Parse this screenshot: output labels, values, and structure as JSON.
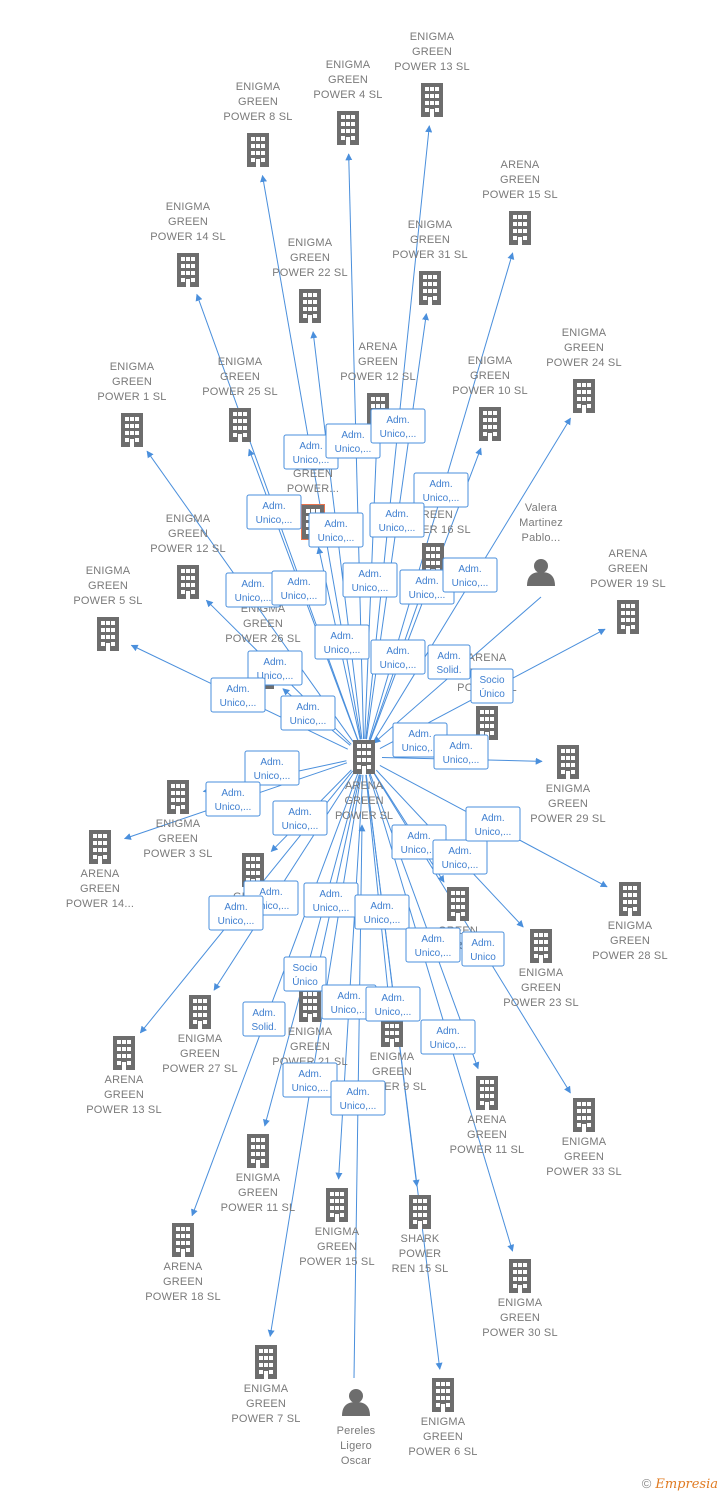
{
  "colors": {
    "edge": "#4a8fdc",
    "node": "#6d6d6d",
    "label": "#7a7a7a",
    "highlight": "#e8744f"
  },
  "hub": {
    "lines": [
      "ARENA",
      "GREEN",
      "POWER  SL"
    ]
  },
  "companies": [
    {
      "lines": [
        "ENIGMA",
        "GREEN",
        "POWER 13  SL"
      ]
    },
    {
      "lines": [
        "ENIGMA",
        "GREEN",
        "POWER 4  SL"
      ]
    },
    {
      "lines": [
        "ENIGMA",
        "GREEN",
        "POWER 8  SL"
      ]
    },
    {
      "lines": [
        "ARENA",
        "GREEN",
        "POWER 15  SL"
      ]
    },
    {
      "lines": [
        "ENIGMA",
        "GREEN",
        "POWER 14  SL"
      ]
    },
    {
      "lines": [
        "ENIGMA",
        "GREEN",
        "POWER 22  SL"
      ]
    },
    {
      "lines": [
        "ENIGMA",
        "GREEN",
        "POWER 31  SL"
      ]
    },
    {
      "lines": [
        "ENIGMA",
        "GREEN",
        "POWER 24  SL"
      ]
    },
    {
      "lines": [
        "ARENA",
        "GREEN",
        "POWER 12  SL"
      ]
    },
    {
      "lines": [
        "ENIGMA",
        "GREEN",
        "POWER 10  SL"
      ]
    },
    {
      "lines": [
        "ENIGMA",
        "GREEN",
        "POWER 1  SL"
      ]
    },
    {
      "lines": [
        "ENIGMA",
        "GREEN",
        "POWER 25  SL"
      ]
    },
    {
      "lines": [
        "GREEN",
        "POWER..."
      ]
    },
    {
      "lines": [
        "GREEN",
        "POWER 16  SL"
      ]
    },
    {
      "lines": [
        "ENIGMA",
        "GREEN",
        "POWER 12  SL"
      ]
    },
    {
      "lines": [
        "ENIGMA",
        "GREEN",
        "POWER 5  SL"
      ]
    },
    {
      "lines": [
        "ARENA",
        "GREEN",
        "POWER 19  SL"
      ]
    },
    {
      "lines": [
        "ENIGMA",
        "GREEN",
        "POWER 26  SL"
      ]
    },
    {
      "lines": [
        "ARENA",
        "GREEN",
        "POWER  SL"
      ]
    },
    {
      "lines": [
        "ENIGMA",
        "GREEN",
        "POWER 29  SL"
      ]
    },
    {
      "lines": [
        "ENIGMA",
        "GREEN",
        "POWER 3  SL"
      ]
    },
    {
      "lines": [
        "ARENA",
        "GREEN",
        "POWER 14..."
      ]
    },
    {
      "lines": [
        "ENIGMA",
        "GREEN",
        "POWER 28  SL"
      ]
    },
    {
      "lines": [
        "GREEN",
        "POWER 2  SL"
      ]
    },
    {
      "lines": [
        "ENIGMA",
        "GREEN",
        "POWER 23  SL"
      ]
    },
    {
      "lines": [
        "GREEN",
        "POWER 32  SL"
      ]
    },
    {
      "lines": [
        "ENIGMA",
        "GREEN",
        "POWER 27  SL"
      ]
    },
    {
      "lines": [
        "ARENA",
        "GREEN",
        "POWER 13  SL"
      ]
    },
    {
      "lines": [
        "ENIGMA",
        "GREEN",
        "POWER 21  SL"
      ]
    },
    {
      "lines": [
        "ENIGMA",
        "GREEN",
        "POWER 9  SL"
      ]
    },
    {
      "lines": [
        "ARENA",
        "GREEN",
        "POWER 11  SL"
      ]
    },
    {
      "lines": [
        "ENIGMA",
        "GREEN",
        "POWER 33  SL"
      ]
    },
    {
      "lines": [
        "ENIGMA",
        "GREEN",
        "POWER 11  SL"
      ]
    },
    {
      "lines": [
        "ENIGMA",
        "GREEN",
        "POWER 15  SL"
      ]
    },
    {
      "lines": [
        "SHARK",
        "POWER",
        "REN 15  SL"
      ]
    },
    {
      "lines": [
        "ARENA",
        "GREEN",
        "POWER 18  SL"
      ]
    },
    {
      "lines": [
        "ENIGMA",
        "GREEN",
        "POWER 30  SL"
      ]
    },
    {
      "lines": [
        "ENIGMA",
        "GREEN",
        "POWER 7  SL"
      ]
    },
    {
      "lines": [
        "ENIGMA",
        "GREEN",
        "POWER 6  SL"
      ]
    }
  ],
  "persons": [
    {
      "lines": [
        "Valera",
        "Martinez",
        "Pablo..."
      ]
    },
    {
      "lines": [
        "Pereles",
        "Ligero",
        "Oscar"
      ]
    }
  ],
  "edge_labels": [
    {
      "lines": [
        "Adm.",
        "Unico,..."
      ]
    },
    {
      "lines": [
        "Adm.",
        "Unico,..."
      ]
    },
    {
      "lines": [
        "Adm.",
        "Unico,..."
      ]
    },
    {
      "lines": [
        "Adm.",
        "Unico,..."
      ]
    },
    {
      "lines": [
        "Adm.",
        "Unico,..."
      ]
    },
    {
      "lines": [
        "Adm.",
        "Unico,..."
      ]
    },
    {
      "lines": [
        "Adm.",
        "Unico,..."
      ]
    },
    {
      "lines": [
        "Adm.",
        "Unico,..."
      ]
    },
    {
      "lines": [
        "Adm.",
        "Unico,..."
      ]
    },
    {
      "lines": [
        "Adm.",
        "Unico,..."
      ]
    },
    {
      "lines": [
        "Adm.",
        "Unico,..."
      ]
    },
    {
      "lines": [
        "Adm.",
        "Unico,..."
      ]
    },
    {
      "lines": [
        "Adm.",
        "Unico,..."
      ]
    },
    {
      "lines": [
        "Adm.",
        "Unico,..."
      ]
    },
    {
      "lines": [
        "Adm.",
        "Solid."
      ]
    },
    {
      "lines": [
        "Socio",
        "Único"
      ]
    },
    {
      "lines": [
        "Adm.",
        "Unico,..."
      ]
    },
    {
      "lines": [
        "Adm.",
        "Unico,..."
      ]
    },
    {
      "lines": [
        "Adm.",
        "Unico,..."
      ]
    },
    {
      "lines": [
        "Adm.",
        "Unico,..."
      ]
    },
    {
      "lines": [
        "Adm.",
        "Unico,..."
      ]
    },
    {
      "lines": [
        "Adm.",
        "Unico,..."
      ]
    },
    {
      "lines": [
        "Adm.",
        "Unico,..."
      ]
    },
    {
      "lines": [
        "Adm.",
        "Unico,..."
      ]
    },
    {
      "lines": [
        "Adm.",
        "Unico,..."
      ]
    },
    {
      "lines": [
        "Adm.",
        "Unico,..."
      ]
    },
    {
      "lines": [
        "Adm.",
        "Unico,..."
      ]
    },
    {
      "lines": [
        "Adm.",
        "Unico,..."
      ]
    },
    {
      "lines": [
        "Adm.",
        "Unico,..."
      ]
    },
    {
      "lines": [
        "Adm.",
        "Unico,..."
      ]
    },
    {
      "lines": [
        "Adm.",
        "Unico,..."
      ]
    },
    {
      "lines": [
        "Adm.",
        "Unico,..."
      ]
    },
    {
      "lines": [
        "Adm.",
        "Unico"
      ]
    },
    {
      "lines": [
        "Socio",
        "Único"
      ]
    },
    {
      "lines": [
        "Adm.",
        "Unico,..."
      ]
    },
    {
      "lines": [
        "Adm.",
        "Unico,..."
      ]
    },
    {
      "lines": [
        "Adm.",
        "Solid."
      ]
    },
    {
      "lines": [
        "Adm.",
        "Unico,..."
      ]
    },
    {
      "lines": [
        "Adm.",
        "Unico,..."
      ]
    },
    {
      "lines": [
        "Adm.",
        "Unico,..."
      ]
    }
  ],
  "footer": {
    "copyright": "©",
    "brand": "Empresia"
  }
}
